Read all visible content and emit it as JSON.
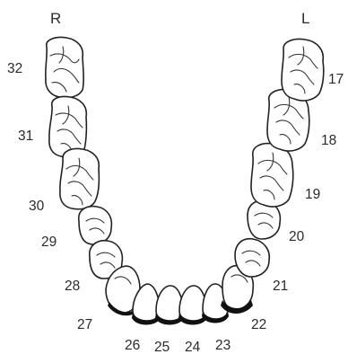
{
  "side_labels": {
    "right": "R",
    "left": "L"
  },
  "teeth": [
    {
      "number": "17",
      "kind": "molar"
    },
    {
      "number": "18",
      "kind": "molar"
    },
    {
      "number": "19",
      "kind": "molar"
    },
    {
      "number": "20",
      "kind": "premolar"
    },
    {
      "number": "21",
      "kind": "premolar"
    },
    {
      "number": "22",
      "kind": "canine"
    },
    {
      "number": "23",
      "kind": "incisor"
    },
    {
      "number": "24",
      "kind": "incisor"
    },
    {
      "number": "25",
      "kind": "incisor"
    },
    {
      "number": "26",
      "kind": "incisor"
    },
    {
      "number": "27",
      "kind": "canine"
    },
    {
      "number": "28",
      "kind": "premolar"
    },
    {
      "number": "29",
      "kind": "premolar"
    },
    {
      "number": "30",
      "kind": "molar"
    },
    {
      "number": "31",
      "kind": "molar"
    },
    {
      "number": "32",
      "kind": "molar"
    }
  ]
}
